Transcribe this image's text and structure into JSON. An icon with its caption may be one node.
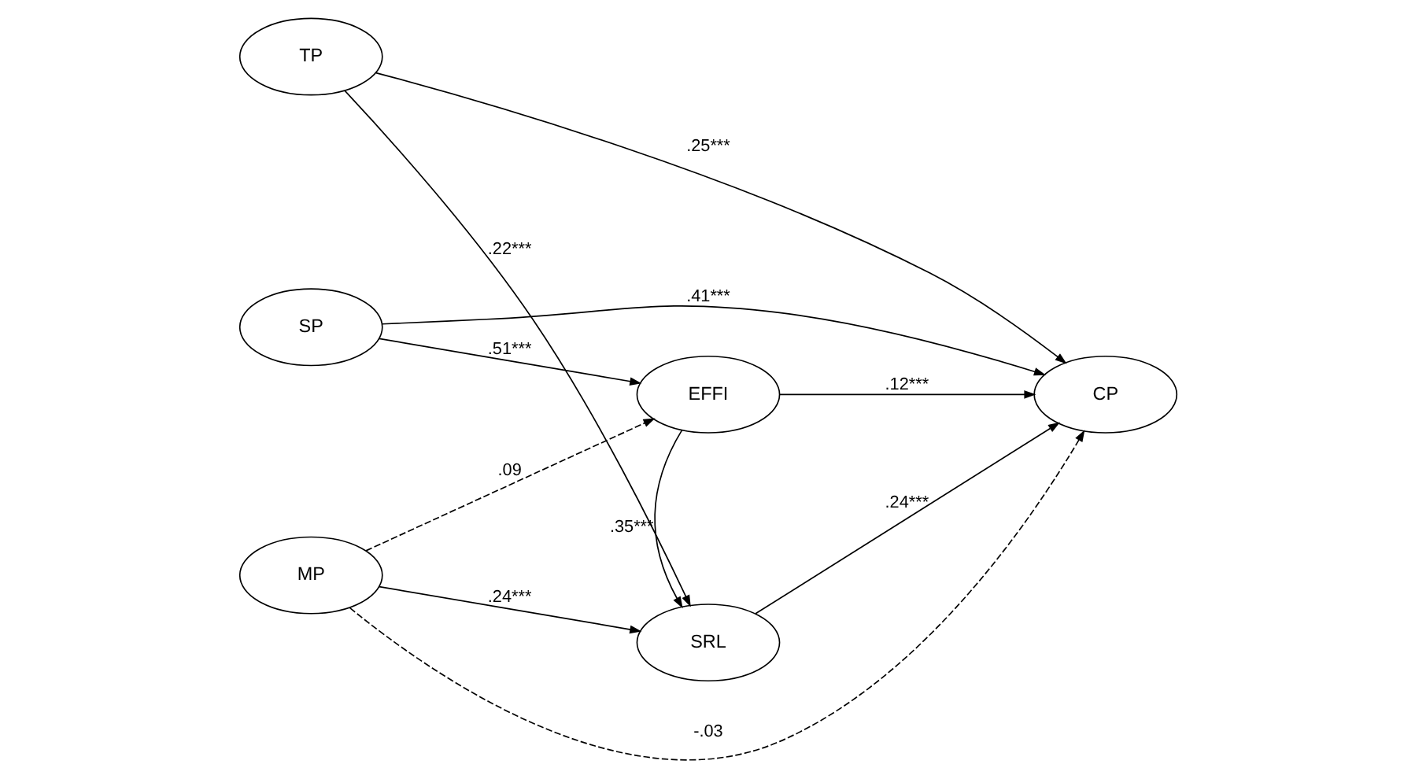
{
  "diagram": {
    "nodes": [
      {
        "text": [
          "TP"
        ]
      },
      {
        "text": [
          "EFFI"
        ]
      },
      {
        "text": [
          "SP"
        ]
      },
      {
        "text": [
          "CP"
        ]
      },
      {
        "text": [
          "MP"
        ]
      },
      {
        "text": [
          "SRL"
        ]
      }
    ],
    "edges": [
      {
        "from": 0,
        "to": 3,
        "arrow": "to",
        "label": ".25***"
      },
      {
        "from": 0,
        "to": 5,
        "arrow": "to",
        "label": ".22***"
      },
      {
        "from": 2,
        "to": 1,
        "arrow": "to",
        "label": ".51***"
      },
      {
        "from": 2,
        "to": 3,
        "arrow": "to",
        "label": ".41***"
      },
      {
        "from": 4,
        "to": 1,
        "arrow": "to",
        "label": ".09",
        "style": "dashed"
      },
      {
        "from": 4,
        "to": 3,
        "arrow": "to",
        "label": "-.03",
        "style": "dashed"
      },
      {
        "from": 4,
        "to": 5,
        "arrow": "to",
        "label": ".24***"
      },
      {
        "from": 1,
        "to": 5,
        "arrow": "to",
        "label": ".35***"
      },
      {
        "from": 1,
        "to": 3,
        "arrow": "to",
        "label": ".12***"
      },
      {
        "from": 5,
        "to": 3,
        "arrow": "to",
        "label": ".24***"
      }
    ]
  }
}
